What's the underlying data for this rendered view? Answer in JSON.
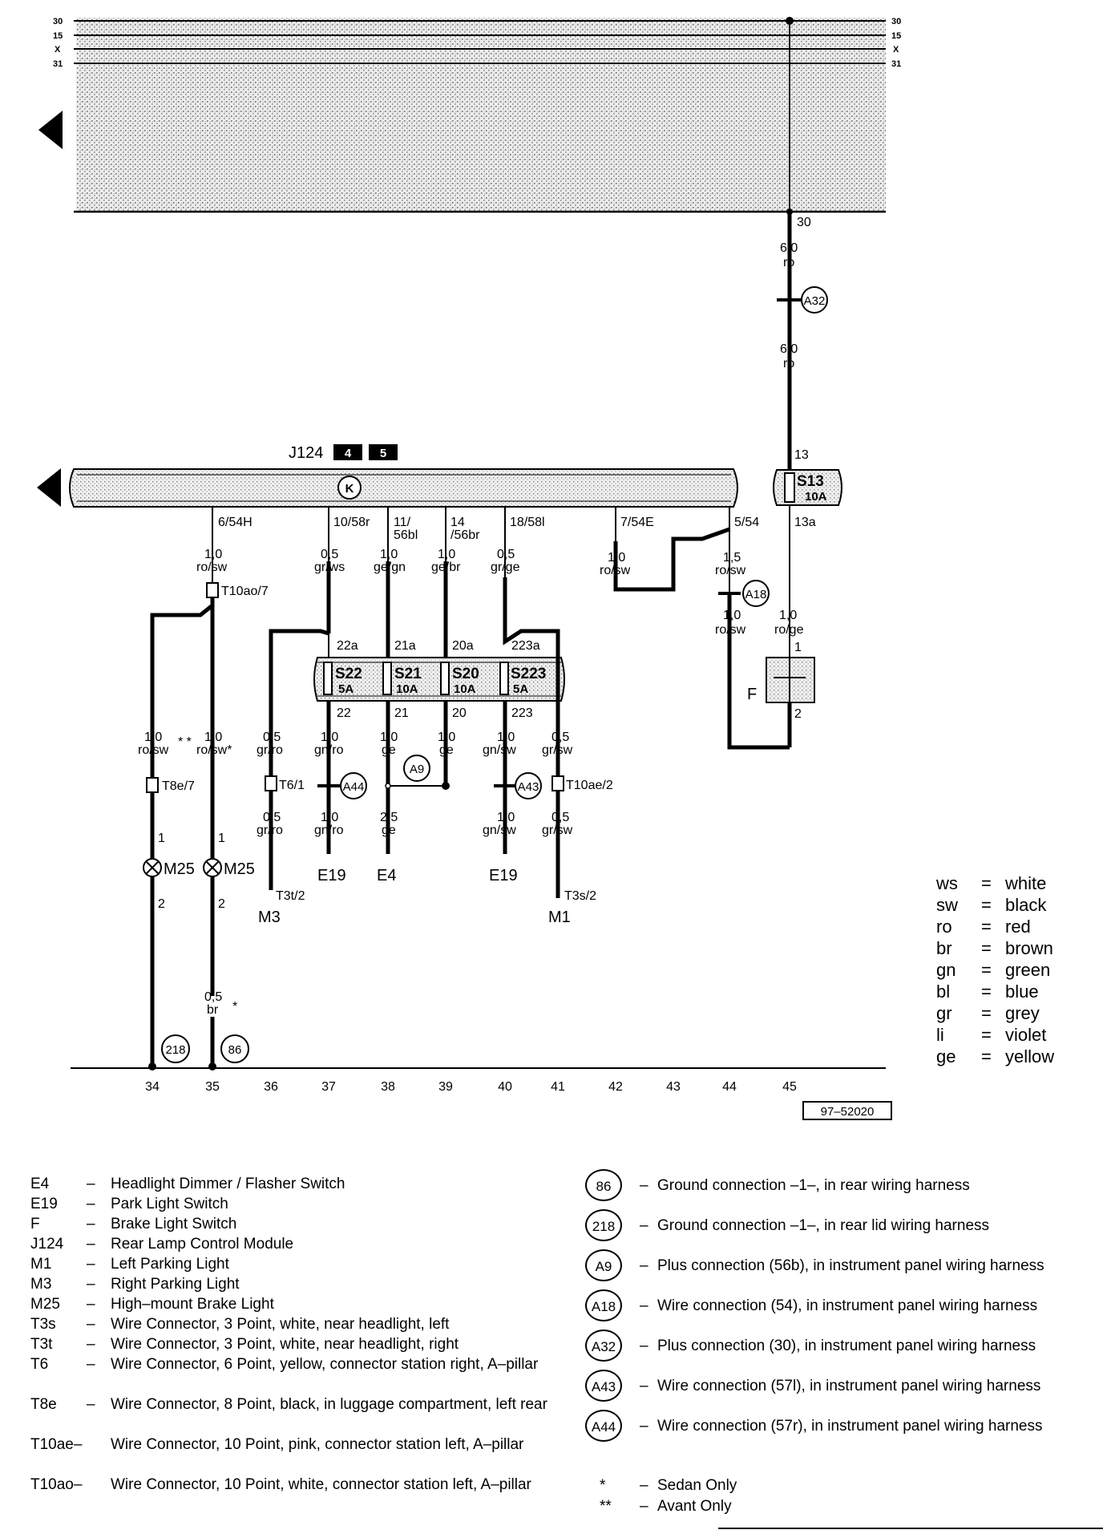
{
  "diagram": {
    "bus": {
      "left_labels": [
        "30",
        "15",
        "X",
        "31"
      ],
      "right_labels": [
        "30",
        "15",
        "X",
        "31"
      ],
      "terminal_30": "30"
    },
    "module": {
      "name": "J124",
      "pages": [
        "4",
        "5"
      ],
      "pins": [
        "6/54H",
        "10/58r",
        "11/",
        "56bl",
        "14",
        "/56br",
        "18/58l",
        "7/54E",
        "5/54"
      ]
    },
    "fuse_s13": {
      "name": "S13",
      "amp": "10A",
      "top_pin": "13",
      "bottom_pin": "13a"
    },
    "fuse_block": [
      {
        "name": "S22",
        "amp": "5A",
        "in": "22a",
        "out": "22"
      },
      {
        "name": "S21",
        "amp": "10A",
        "in": "21a",
        "out": "21"
      },
      {
        "name": "S20",
        "amp": "10A",
        "in": "20a",
        "out": "20"
      },
      {
        "name": "S223",
        "amp": "5A",
        "in": "223a",
        "out": "223"
      }
    ],
    "wires": {
      "w30_a": [
        "6,0",
        "ro"
      ],
      "w30_b": [
        "6,0",
        "ro"
      ],
      "c35_top": [
        "1,0",
        "ro/sw"
      ],
      "c37_top": [
        "0,5",
        "gr/ws"
      ],
      "c38_top": [
        "1,0",
        "ge/gn"
      ],
      "c39_top": [
        "1,0",
        "ge/br"
      ],
      "c40_top": [
        "0,5",
        "gr/ge"
      ],
      "c42_top": [
        "1,0",
        "ro/sw"
      ],
      "c44_top": [
        "1,5",
        "ro/sw"
      ],
      "c44_mid": [
        "1,0",
        "ro/sw"
      ],
      "c45_mid": [
        "1,0",
        "ro/ge"
      ],
      "c34_low": [
        "1,0",
        "ro/sw"
      ],
      "c35_low": [
        "1,0",
        "ro/sw*"
      ],
      "c36_a": [
        "0,5",
        "gr/ro"
      ],
      "c36_b": [
        "0,5",
        "gr/ro"
      ],
      "c37_a": [
        "1,0",
        "gn/ro"
      ],
      "c37_b": [
        "1,0",
        "gn/ro"
      ],
      "c38_a": [
        "1,0",
        "ge"
      ],
      "c38_b": [
        "2,5",
        "ge"
      ],
      "c39_a": [
        "1,0",
        "ge"
      ],
      "c40_a": [
        "1,0",
        "gn/sw"
      ],
      "c40_b": [
        "1,0",
        "gn/sw"
      ],
      "c41_a": [
        "0,5",
        "gr/sw"
      ],
      "c41_b": [
        "0,5",
        "gr/sw"
      ],
      "c35_bot": [
        "0,5",
        "br"
      ]
    },
    "stars": {
      "c34": "* *",
      "c35_bot": "*"
    },
    "connectors": {
      "t10ao": "T10ao/7",
      "t8e": "T8e/7",
      "t6": "T6/1",
      "t10ae": "T10ae/2",
      "t3t": "T3t/2",
      "t3s": "T3s/2"
    },
    "circles": {
      "a32": "A32",
      "a18": "A18",
      "a44": "A44",
      "a9": "A9",
      "a43": "A43",
      "g218": "218",
      "g86": "86"
    },
    "components": {
      "m25_left": "M25",
      "m25_right": "M25",
      "m25_pin1": "1",
      "m25_pin2": "2",
      "m3": "M3",
      "m1": "M1",
      "e19_left": "E19",
      "e4": "E4",
      "e19_right": "E19",
      "f": "F",
      "f_pin1": "1",
      "f_pin2": "2"
    },
    "columns": [
      "34",
      "35",
      "36",
      "37",
      "38",
      "39",
      "40",
      "41",
      "42",
      "43",
      "44",
      "45"
    ],
    "reference": "97–52020"
  },
  "color_codes": [
    {
      "abbr": "ws",
      "name": "white"
    },
    {
      "abbr": "sw",
      "name": "black"
    },
    {
      "abbr": "ro",
      "name": "red"
    },
    {
      "abbr": "br",
      "name": "brown"
    },
    {
      "abbr": "gn",
      "name": "green"
    },
    {
      "abbr": "bl",
      "name": "blue"
    },
    {
      "abbr": "gr",
      "name": "grey"
    },
    {
      "abbr": "li",
      "name": "violet"
    },
    {
      "abbr": "ge",
      "name": "yellow"
    }
  ],
  "legend_left": [
    {
      "code": "E4",
      "desc": "Headlight Dimmer / Flasher Switch"
    },
    {
      "code": "E19",
      "desc": "Park Light Switch"
    },
    {
      "code": "F",
      "desc": "Brake Light Switch"
    },
    {
      "code": "J124",
      "desc": "Rear Lamp Control Module"
    },
    {
      "code": "M1",
      "desc": "Left Parking Light"
    },
    {
      "code": "M3",
      "desc": "Right Parking Light"
    },
    {
      "code": "M25",
      "desc": "High–mount Brake Light"
    },
    {
      "code": "T3s",
      "desc": "Wire Connector, 3 Point, white, near headlight, left"
    },
    {
      "code": "T3t",
      "desc": "Wire Connector, 3 Point, white, near headlight, right"
    },
    {
      "code": "T6",
      "desc": "Wire Connector, 6 Point, yellow, connector station right, A–pillar"
    },
    {
      "code": "T8e",
      "desc": "Wire Connector, 8 Point, black, in luggage compartment, left rear"
    },
    {
      "code": "T10ae–",
      "desc": "Wire Connector, 10 Point, pink, connector station left, A–pillar"
    },
    {
      "code": "T10ao–",
      "desc": "Wire Connector, 10 Point, white, connector station left, A–pillar"
    }
  ],
  "legend_right": [
    {
      "symbol": "86",
      "desc": "Ground connection –1–, in rear wiring harness"
    },
    {
      "symbol": "218",
      "desc": "Ground connection –1–, in rear lid wiring harness"
    },
    {
      "symbol": "A9",
      "desc": "Plus connection (56b), in instrument panel wiring harness"
    },
    {
      "symbol": "A18",
      "desc": "Wire connection (54), in instrument panel wiring harness"
    },
    {
      "symbol": "A32",
      "desc": "Plus connection (30), in instrument panel wiring harness"
    },
    {
      "symbol": "A43",
      "desc": "Wire connection (57l), in instrument panel wiring harness"
    },
    {
      "symbol": "A44",
      "desc": "Wire connection (57r), in instrument panel wiring harness"
    },
    {
      "symbol": "*",
      "desc": "Sedan Only"
    },
    {
      "symbol": "**",
      "desc": "Avant Only"
    }
  ]
}
